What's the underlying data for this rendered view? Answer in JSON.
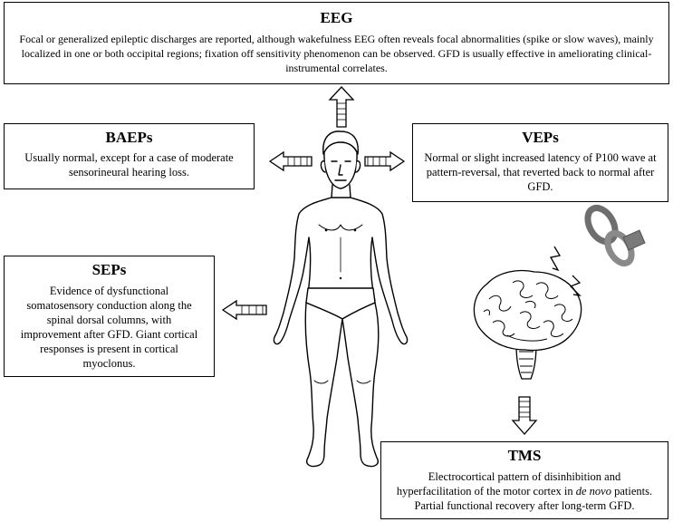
{
  "eeg": {
    "title": "EEG",
    "text": "Focal or generalized epileptic discharges are reported, although wakefulness EEG often reveals focal abnormalities (spike or slow waves), mainly localized in one or both occipital regions; fixation off sensitivity phenomenon can be observed. GFD is usually effective in ameliorating clinical-instrumental correlates."
  },
  "baeps": {
    "title": "BAEPs",
    "text": "Usually normal, except for a case of moderate sensorineural hearing loss."
  },
  "veps": {
    "title": "VEPs",
    "text": "Normal or slight increased latency of P100 wave at pattern-reversal, that reverted back to normal after GFD."
  },
  "seps": {
    "title": "SEPs",
    "text": "Evidence of dysfunctional somatosensory conduction along the spinal dorsal columns, with improvement after GFD. Giant cortical responses is present in cortical myoclonus."
  },
  "tms": {
    "title": "TMS",
    "text_before": "Electrocortical pattern of disinhibition and hyperfacilitation of the motor cortex in ",
    "text_italic": "de novo",
    "text_after": " patients. Partial functional recovery after long-term GFD."
  },
  "colors": {
    "line": "#000000",
    "coil": "#8a8a8a",
    "arrow_fill": "#ffffff"
  },
  "icons": [
    "human-body-figure",
    "brain-icon",
    "magnetic-coil-icon",
    "lightning-bolt-icon",
    "arrow-icon"
  ]
}
